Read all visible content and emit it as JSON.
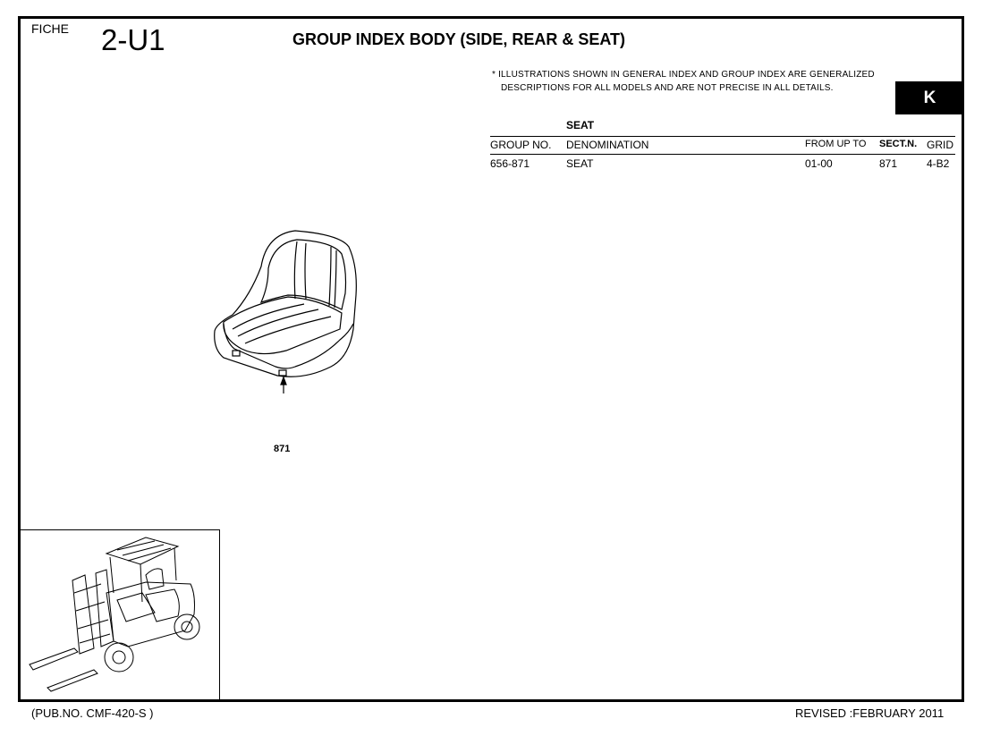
{
  "header": {
    "fiche_label": "FICHE",
    "fiche_code": "2-U1",
    "title": "GROUP INDEX  BODY (SIDE, REAR & SEAT)"
  },
  "note": {
    "line1": "* ILLUSTRATIONS SHOWN IN GENERAL INDEX AND GROUP INDEX ARE GENERALIZED",
    "line2": "DESCRIPTIONS FOR ALL MODELS AND ARE NOT PRECISE IN ALL DETAILS."
  },
  "section_tab": "K",
  "table": {
    "section_title": "SEAT",
    "headers": {
      "group_no": "GROUP NO.",
      "denomination": "DENOMINATION",
      "from_up_to": "FROM UP TO",
      "sect_n": "SECT.N.",
      "grid": "GRID"
    },
    "rows": [
      {
        "group_no": "656-871",
        "denomination": "SEAT",
        "from_up_to": "01-00",
        "sect_n": "871",
        "grid": "4-B2"
      }
    ]
  },
  "illustration": {
    "callout": "871"
  },
  "footer": {
    "pub_no": "(PUB.NO. CMF-420-S )",
    "revised": "REVISED :FEBRUARY 2011"
  }
}
